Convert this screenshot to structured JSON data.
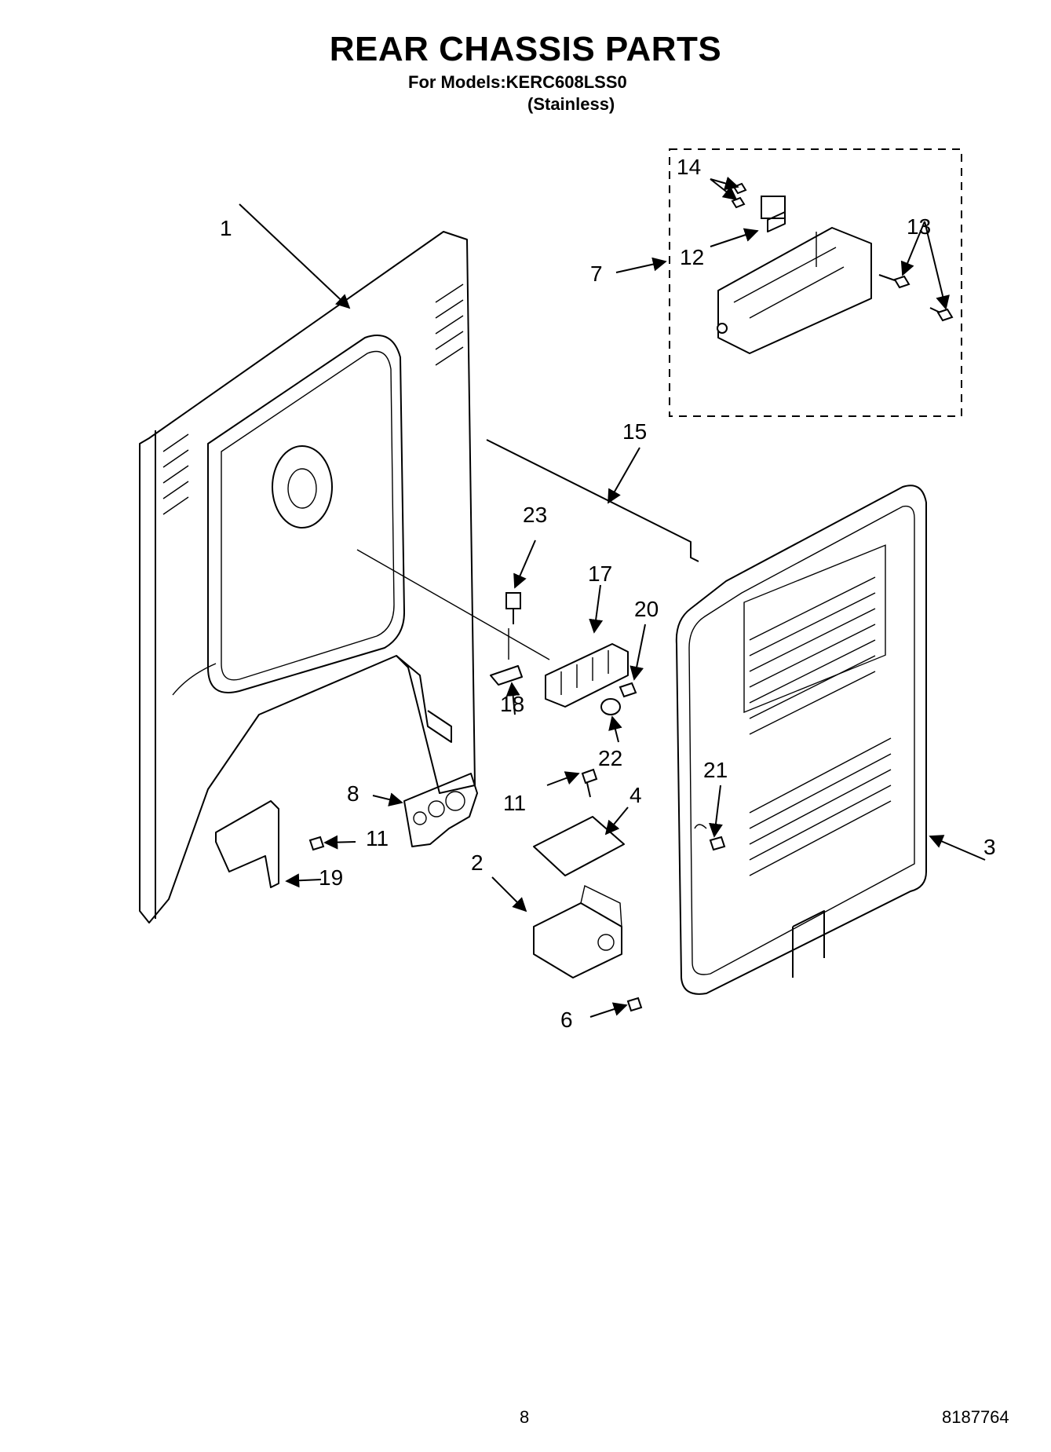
{
  "header": {
    "title": "REAR CHASSIS PARTS",
    "models_line": "For Models:KERC608LSS0",
    "finish_line": "(Stainless)"
  },
  "callouts": [
    "1",
    "2",
    "3",
    "4",
    "6",
    "7",
    "8",
    "11",
    "11",
    "12",
    "13",
    "14",
    "15",
    "17",
    "18",
    "19",
    "20",
    "21",
    "22",
    "23"
  ],
  "footer": {
    "page_number": "8",
    "doc_number": "8187764"
  }
}
